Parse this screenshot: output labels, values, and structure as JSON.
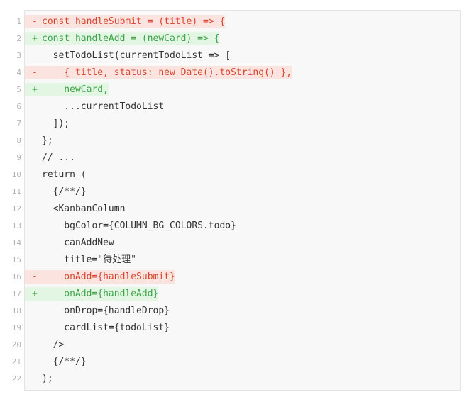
{
  "diff": {
    "lines": [
      {
        "num": "1",
        "marker": "-",
        "type": "del",
        "text": "const handleSubmit = (title) => {"
      },
      {
        "num": "2",
        "marker": "+",
        "type": "add",
        "text": "const handleAdd = (newCard) => {"
      },
      {
        "num": "3",
        "marker": "",
        "type": "ctx",
        "text": "  setTodoList(currentTodoList => ["
      },
      {
        "num": "4",
        "marker": "-",
        "type": "del",
        "text": "    { title, status: new Date().toString() },"
      },
      {
        "num": "5",
        "marker": "+",
        "type": "add",
        "text": "    newCard,"
      },
      {
        "num": "6",
        "marker": "",
        "type": "ctx",
        "text": "    ...currentTodoList"
      },
      {
        "num": "7",
        "marker": "",
        "type": "ctx",
        "text": "  ]);"
      },
      {
        "num": "8",
        "marker": "",
        "type": "ctx",
        "text": "};"
      },
      {
        "num": "9",
        "marker": "",
        "type": "ctx",
        "text": "// ..."
      },
      {
        "num": "10",
        "marker": "",
        "type": "ctx",
        "text": "return ("
      },
      {
        "num": "11",
        "marker": "",
        "type": "ctx",
        "text": "  {/**/}"
      },
      {
        "num": "12",
        "marker": "",
        "type": "ctx",
        "text": "  <KanbanColumn"
      },
      {
        "num": "13",
        "marker": "",
        "type": "ctx",
        "text": "    bgColor={COLUMN_BG_COLORS.todo}"
      },
      {
        "num": "14",
        "marker": "",
        "type": "ctx",
        "text": "    canAddNew"
      },
      {
        "num": "15",
        "marker": "",
        "type": "ctx",
        "text": "    title=\"待处理\""
      },
      {
        "num": "16",
        "marker": "-",
        "type": "del",
        "text": "    onAdd={handleSubmit}"
      },
      {
        "num": "17",
        "marker": "+",
        "type": "add",
        "text": "    onAdd={handleAdd}"
      },
      {
        "num": "18",
        "marker": "",
        "type": "ctx",
        "text": "    onDrop={handleDrop}"
      },
      {
        "num": "19",
        "marker": "",
        "type": "ctx",
        "text": "    cardList={todoList}"
      },
      {
        "num": "20",
        "marker": "",
        "type": "ctx",
        "text": "  />"
      },
      {
        "num": "21",
        "marker": "",
        "type": "ctx",
        "text": "  {/**/}"
      },
      {
        "num": "22",
        "marker": "",
        "type": "ctx",
        "text": ");"
      }
    ]
  },
  "colors": {
    "deleted_text": "#d9462f",
    "deleted_bg": "#fbe4e0",
    "added_text": "#3fa34a",
    "added_bg": "#e3f6e3",
    "context_text": "#333333",
    "line_number": "#b3b3b3",
    "code_bg": "#f8f8f8"
  }
}
